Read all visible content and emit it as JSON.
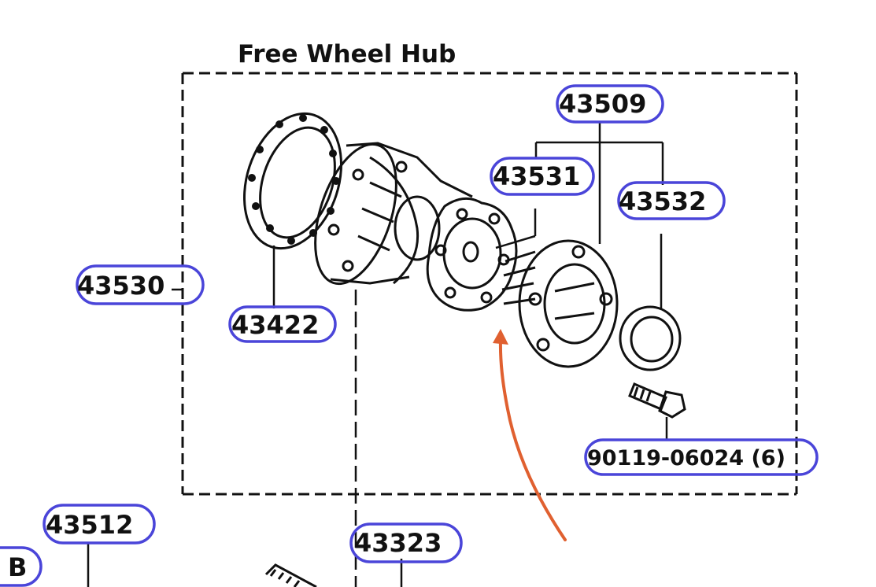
{
  "diagram": {
    "title": "Free Wheel Hub",
    "callouts": {
      "c43509": "43509",
      "c43531": "43531",
      "c43532": "43532",
      "c43530": "43530",
      "c43422": "43422",
      "c90119": "90119-06024 (6)",
      "c43512": "43512",
      "c43323": "43323",
      "cB": "B"
    },
    "colors": {
      "line": "#111111",
      "circle": "#4a45d9",
      "arrow": "#e06030"
    }
  }
}
